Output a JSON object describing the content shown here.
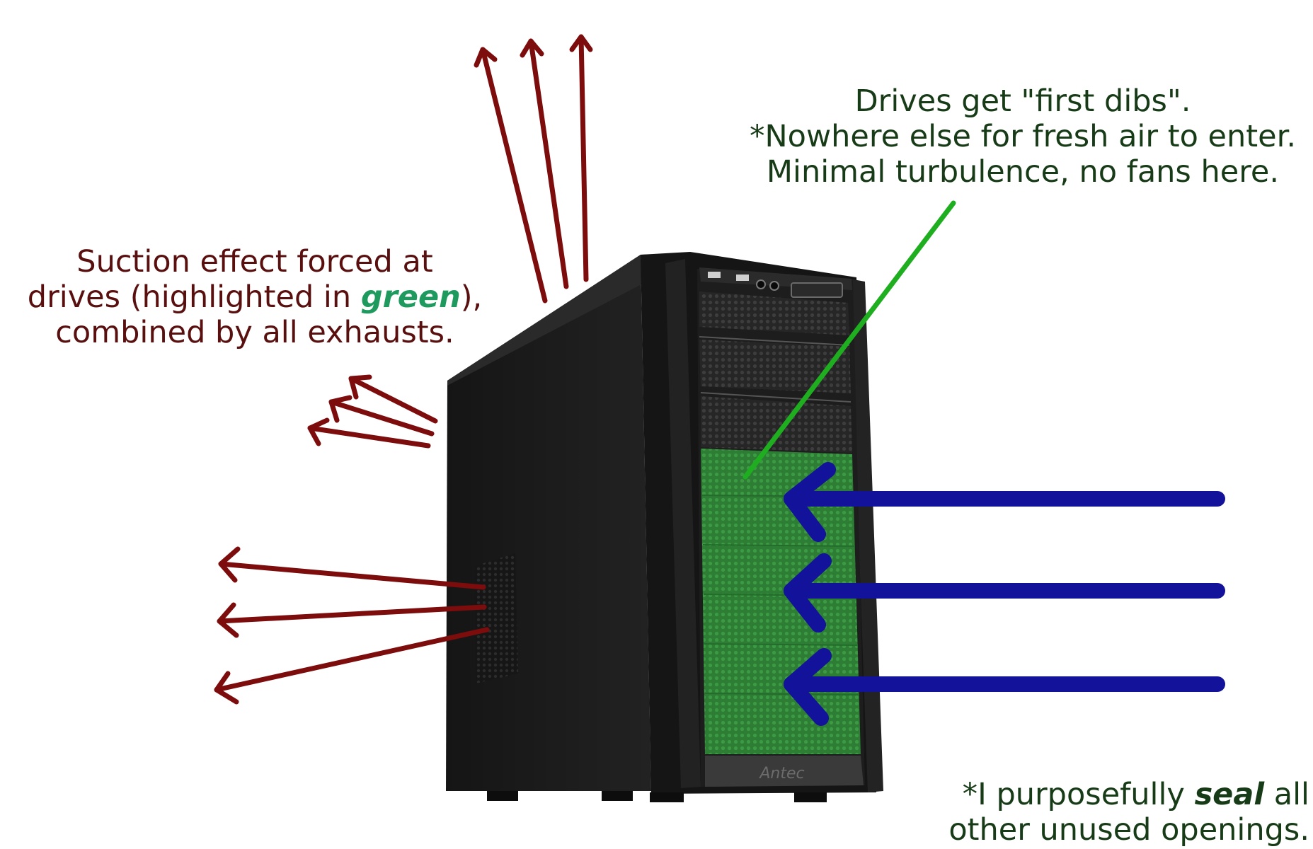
{
  "suction_note": {
    "line1": "Suction effect forced at",
    "line2_pre": "drives (highlighted in ",
    "line2_highlight": "green",
    "line2_post": "),",
    "line3": "combined by all exhausts."
  },
  "drives_note": {
    "line1": "Drives get \"first dibs\".",
    "line2": "*Nowhere else for fresh air to enter.",
    "line3": "Minimal turbulence, no fans here."
  },
  "seal_note": {
    "line1_pre": "*I purposefully ",
    "line1_highlight": "seal",
    "line1_post": " all",
    "line2": "other unused openings."
  },
  "case_logo": "Antec",
  "colors": {
    "exhaust_arrow": "#7d0c0c",
    "intake_arrow": "#13129a",
    "drive_highlight": "#2f8a3a",
    "pointer_line": "#1fae1f",
    "case_body": "#1c1c1c"
  }
}
